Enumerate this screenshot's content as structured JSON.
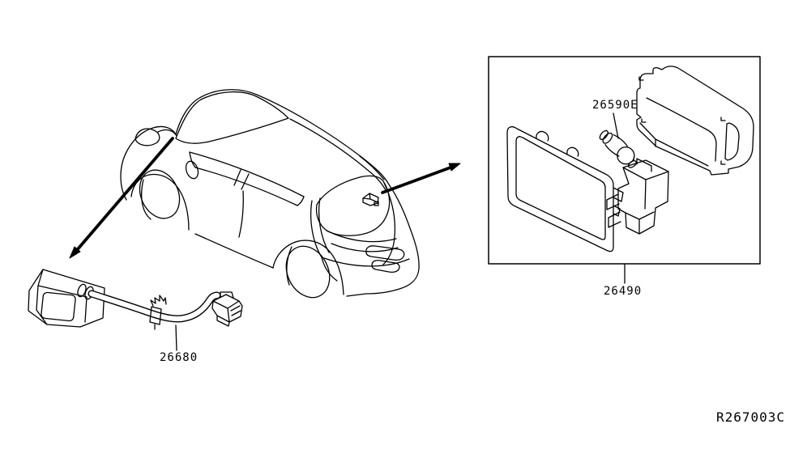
{
  "diagram": {
    "type": "parts-catalog-line-drawing",
    "labels": {
      "bulb": "26590E",
      "lamp_assembly": "26490",
      "camera_harness": "26680"
    },
    "ref_code": "R267003C",
    "colors": {
      "line": "#000000",
      "background": "#ffffff"
    }
  }
}
